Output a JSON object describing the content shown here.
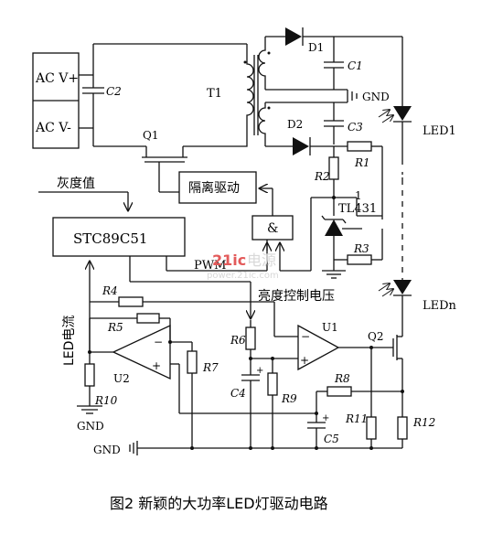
{
  "labels": {
    "ac_plus": "AC V+",
    "ac_minus": "AC V-",
    "c2": "C2",
    "t1": "T1",
    "q1": "Q1",
    "d1": "D1",
    "d2": "D2",
    "c1": "C1",
    "c3": "C3",
    "gnd_top": "GND",
    "led1": "LED1",
    "ledn": "LEDn",
    "r1": "R1",
    "r2": "R2",
    "r3": "R3",
    "tl431": "TL431",
    "tl431_pin": "1",
    "grayscale": "灰度值",
    "isolation_driver": "隔离驱动",
    "and_gate": "&",
    "mcu": "STC89C51",
    "pwm": "PWM",
    "brightness_voltage": "亮度控制电压",
    "led_current": "LED电流",
    "r4": "R4",
    "r5": "R5",
    "r6": "R6",
    "r7": "R7",
    "r8": "R8",
    "r9": "R9",
    "r10": "R10",
    "r11": "R11",
    "r12": "R12",
    "c4": "C4",
    "c5": "C5",
    "u1": "U1",
    "u2": "U2",
    "q2": "Q2",
    "gnd_left": "GND",
    "gnd_bottom": "GND",
    "caption": "图2  新颖的大功率LED灯驱动电路"
  },
  "watermark": {
    "brand": "21ic",
    "brand_cn": "电源",
    "site": "power.21ic.com"
  }
}
